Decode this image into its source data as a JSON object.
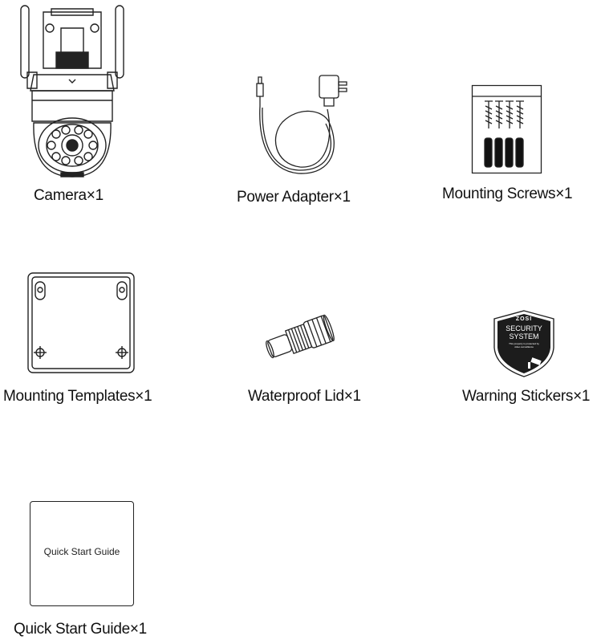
{
  "items": [
    {
      "label": "Camera×1",
      "icon": "camera-icon"
    },
    {
      "label": "Power Adapter×1",
      "icon": "power-adapter-icon"
    },
    {
      "label": "Mounting Screws×1",
      "icon": "mounting-screws-icon"
    },
    {
      "label": "Mounting Templates×1",
      "icon": "mounting-template-icon"
    },
    {
      "label": "Waterproof Lid×1",
      "icon": "waterproof-lid-icon"
    },
    {
      "label": "Warning Stickers×1",
      "icon": "warning-sticker-icon"
    },
    {
      "label": "Quick Start Guide×1",
      "icon": "quick-start-guide-icon"
    }
  ],
  "sticker": {
    "brand": "ZOSI",
    "line1": "SECURITY",
    "line2": "SYSTEM",
    "fine_print": "This property is protected by video surveillance"
  },
  "guide_cover_text": "Quick Start Guide"
}
